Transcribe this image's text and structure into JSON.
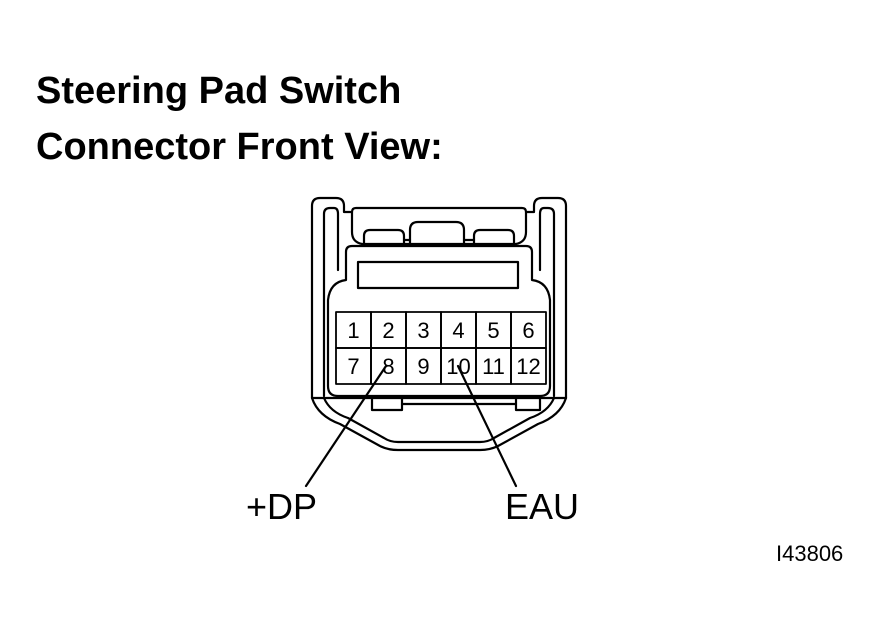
{
  "title": {
    "line1": "Steering Pad Switch",
    "line2": "Connector Front View:"
  },
  "connector": {
    "pins_row1": [
      "1",
      "2",
      "3",
      "4",
      "5",
      "6"
    ],
    "pins_row2": [
      "7",
      "8",
      "9",
      "10",
      "11",
      "12"
    ]
  },
  "callouts": {
    "dp": "+DP",
    "eau": "EAU"
  },
  "figure_id": "I43806",
  "colors": {
    "line": "#000000",
    "background": "#ffffff"
  }
}
